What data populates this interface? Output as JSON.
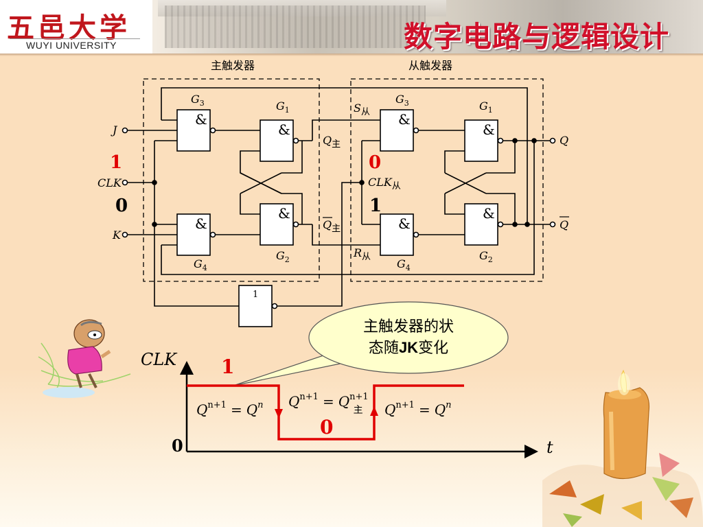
{
  "header": {
    "logo_cn": "五邑大学",
    "logo_en": "WUYI UNIVERSITY",
    "course_title": "数字电路与逻辑设计"
  },
  "circuit": {
    "master_label": "主触发器",
    "slave_label": "从触发器",
    "and_symbol": "&",
    "not_symbol": "1",
    "master_gates": {
      "g3": "3",
      "g1": "1",
      "g4": "4",
      "g2": "2"
    },
    "slave_gates": {
      "g3": "3",
      "g1": "1",
      "g4": "4",
      "g2": "2"
    },
    "inputs": {
      "j": "J",
      "clk": "CLK",
      "k": "K"
    },
    "outputs": {
      "q": "Q",
      "qbar": "Q"
    },
    "internal": {
      "q_main": "Q",
      "q_main_sub": "主",
      "qbar_main": "Q",
      "qbar_main_sub": "主",
      "s_slave": "S",
      "s_slave_sub": "从",
      "r_slave": "R",
      "r_slave_sub": "从",
      "clk_slave": "CLK",
      "clk_slave_sub": "从",
      "gate_letter": "G"
    },
    "annotations": {
      "clk_value_in": "1",
      "clk_value_low": "0",
      "slave_clk_value": "0",
      "slave_clk_value_high": "1"
    }
  },
  "callout": {
    "line1": "主触发器的状",
    "line2_pre": "态随",
    "line2_bold": "JK",
    "line2_post": "变化"
  },
  "waveform": {
    "y_axis_label": "CLK",
    "x_axis_label": "t",
    "origin_label": "0",
    "high_label": "1",
    "low_label": "0",
    "eq_left": {
      "lhs": "Q",
      "lhs_sup": "n+1",
      "eq": "=",
      "rhs": "Q",
      "rhs_sup": "n"
    },
    "eq_mid": {
      "lhs": "Q",
      "lhs_sup": "n+1",
      "eq": "=",
      "rhs": "Q",
      "rhs_sup": "n+1",
      "rhs_sub": "主"
    },
    "eq_right": {
      "lhs": "Q",
      "lhs_sup": "n+1",
      "eq": "=",
      "rhs": "Q",
      "rhs_sup": "n"
    }
  },
  "colors": {
    "red": "#e00000",
    "title_red": "#d1102a",
    "callout_fill": "#ffffcc"
  }
}
